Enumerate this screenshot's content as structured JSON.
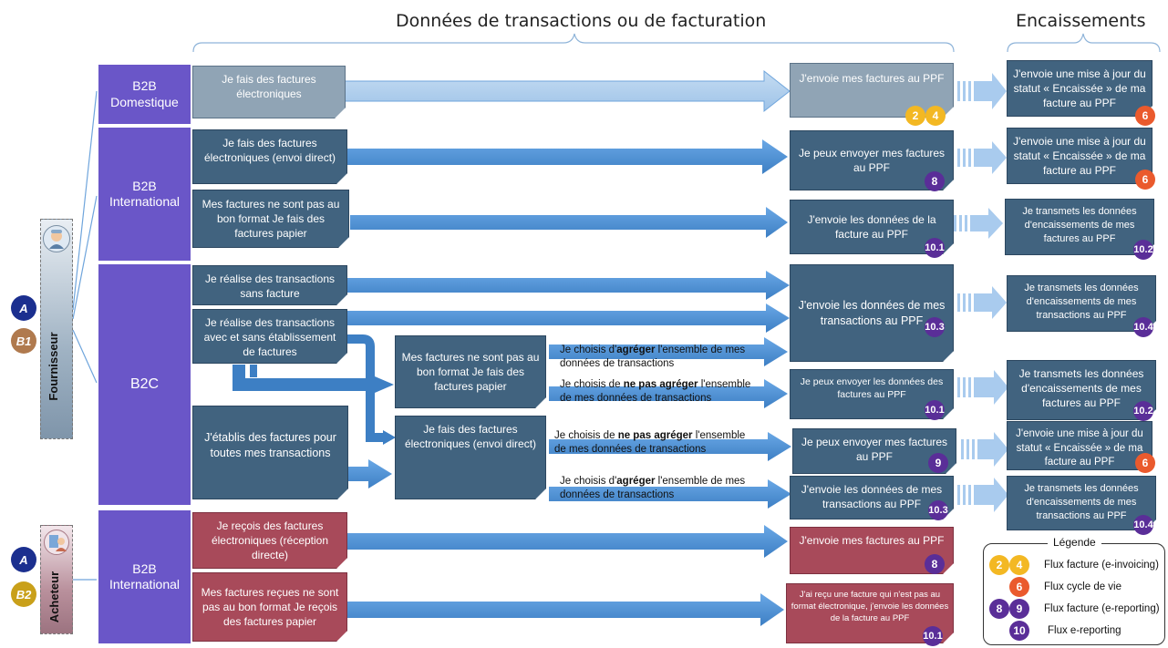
{
  "headers": {
    "transactions": "Données de transactions ou de facturation",
    "encaissements": "Encaissements"
  },
  "actors": {
    "fournisseur": "Fournisseur",
    "acheteur": "Acheteur",
    "supplier_letters": [
      "A",
      "B1"
    ],
    "buyer_letters": [
      "A",
      "B2"
    ]
  },
  "categories": {
    "b2b_domestique": "B2B\nDomestique",
    "b2b_international": "B2B\nInternational",
    "b2c": "B2C",
    "b2b_international_buyer": "B2B\nInternational"
  },
  "boxes": {
    "r1_left": "Je fais des factures électroniques",
    "r1_mid": "J'envoie mes factures au PPF",
    "r1_right": "J'envoie une mise à jour du statut « Encaissée » de ma facture au PPF",
    "r2_left": "Je fais des factures électroniques (envoi direct)",
    "r2_mid": "Je peux envoyer mes factures au PPF",
    "r2_right": "J'envoie une mise à jour du statut « Encaissée » de ma facture au PPF",
    "r3_left": "Mes factures ne sont pas au bon format Je fais des factures papier",
    "r3_mid": "J'envoie les données de la facture au PPF",
    "r3_right": "Je transmets les données d'encaissements de mes factures au PPF",
    "b2c_a": "Je réalise des transactions sans facture",
    "b2c_b": "Je réalise des transactions avec et sans établissement de factures",
    "b2c_c": "J'établis des factures pour toutes mes transactions",
    "b2c_paper": "Mes factures ne sont pas au bon format Je fais des factures papier",
    "b2c_elec": "Je fais des factures électroniques (envoi direct)",
    "b2c_mid1": "J'envoie les données de mes transactions au PPF",
    "b2c_mid2": "Je peux envoyer les données des factures au PPF",
    "b2c_mid3": "Je peux envoyer mes factures au PPF",
    "b2c_mid4": "J'envoie les données de mes transactions au PPF",
    "b2c_right1": "Je transmets les données d'encaissements de mes transactions au PPF",
    "b2c_right2": "Je transmets les données d'encaissements de mes factures au PPF",
    "b2c_right3": "J'envoie une mise à jour du statut « Encaissée » de ma facture au PPF",
    "b2c_right4": "Je transmets les données d'encaissements de mes transactions au PPF",
    "buy1_left": "Je reçois des factures électroniques (réception directe)",
    "buy1_mid": "J'envoie mes factures au PPF",
    "buy2_left": "Mes factures reçues ne sont pas au bon format Je reçois des factures papier",
    "buy2_mid": "J'ai reçu une facture qui n'est pas au format électronique, j'envoie les données de la facture au PPF"
  },
  "options": {
    "agreger_1": {
      "pre": "Je choisis d'",
      "bold": "agréger",
      "post": " l'ensemble de mes données de transactions"
    },
    "ne_pas_1": {
      "pre": "Je choisis de ",
      "bold": "ne pas agréger",
      "post": " l'ensemble de mes données de transactions"
    },
    "ne_pas_2": {
      "pre": "Je choisis de ",
      "bold": "ne pas agréger",
      "post": " l'ensemble de mes données de transactions"
    },
    "agreger_2": {
      "pre": "Je choisis d'",
      "bold": "agréger",
      "post": " l'ensemble de mes données de transactions"
    }
  },
  "badges": {
    "r1_a": "2",
    "r1_b": "4",
    "r1_right": "6",
    "r2_mid": "8",
    "r2_right": "6",
    "r3_mid": "10.1",
    "r3_right": "10.2",
    "b2c_mid1": "10.3",
    "b2c_right1": "10.4",
    "b2c_mid2": "10.1",
    "b2c_right2": "10.2",
    "b2c_mid3": "9",
    "b2c_right3": "6",
    "b2c_mid4": "10.3",
    "b2c_right4": "10.4",
    "buy1_mid": "8",
    "buy2_mid": "10.1"
  },
  "legend": {
    "title": "Légende",
    "items": [
      {
        "badges": [
          "2",
          "4"
        ],
        "colors": [
          "#f3b823",
          "#f3b823"
        ],
        "label": "Flux facture (e-invoicing)"
      },
      {
        "badges": [
          "6"
        ],
        "colors": [
          "#ea5a2d"
        ],
        "label": "Flux cycle de vie"
      },
      {
        "badges": [
          "8",
          "9"
        ],
        "colors": [
          "#5a2e98",
          "#5a2e98"
        ],
        "label": "Flux facture (e-reporting)"
      },
      {
        "badges": [
          "10"
        ],
        "colors": [
          "#5a2e98"
        ],
        "label": "Flux e-reporting"
      }
    ]
  },
  "colors": {
    "category": "#6a56c8",
    "box_grey": "#90a4b5",
    "box_steel": "#41637f",
    "box_red": "#a84a5a",
    "arrow": "#4f8fd1",
    "badge_yellow": "#f3b823",
    "badge_red": "#ea5a2d",
    "badge_purple": "#5a2e98"
  }
}
